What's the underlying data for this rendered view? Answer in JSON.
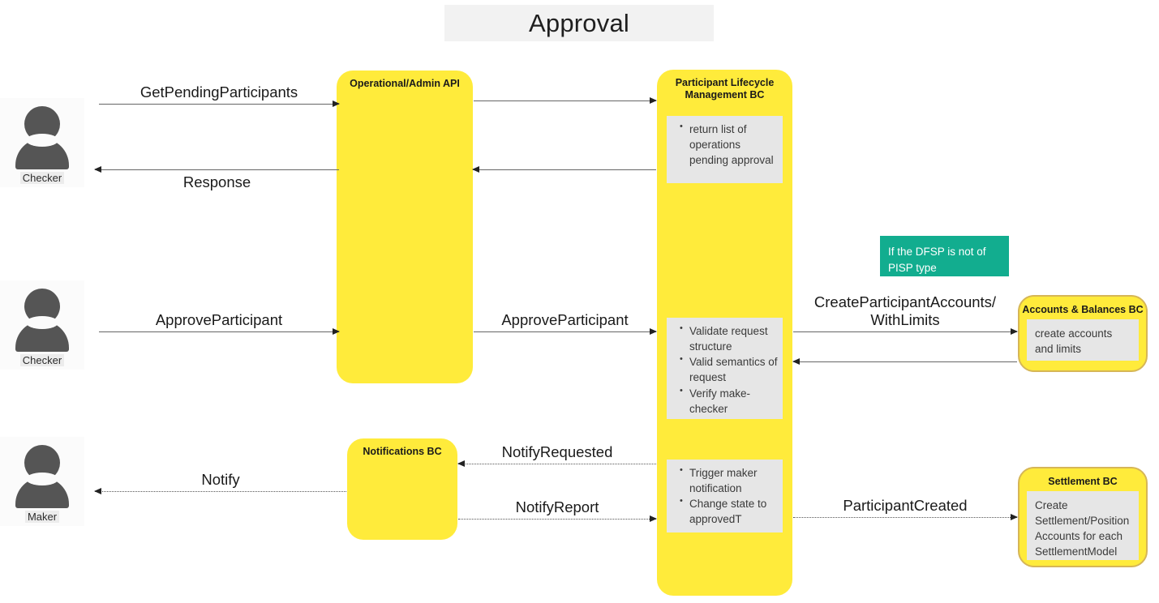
{
  "diagram": {
    "title": "Approval",
    "actors": [
      {
        "name": "Checker",
        "icon": "person-icon"
      },
      {
        "name": "Checker",
        "icon": "person-icon"
      },
      {
        "name": "Maker",
        "icon": "person-icon"
      }
    ],
    "components": [
      {
        "key": "operational_admin_api",
        "title": "Operational/Admin API"
      },
      {
        "key": "participant_lifecycle_bc",
        "title": "Participant Lifecycle Management BC"
      },
      {
        "key": "notifications_bc",
        "title": "Notifications BC"
      },
      {
        "key": "accounts_balances_bc",
        "title": "Accounts & Balances BC"
      },
      {
        "key": "settlement_bc",
        "title": "Settlement BC"
      }
    ],
    "notes": {
      "pending_list": [
        "return list of operations pending approval"
      ],
      "validate": [
        "Validate request structure",
        "Valid semantics of request",
        "Verify make-checker"
      ],
      "notify_actions": [
        "Trigger maker notification",
        "Change state to approvedT"
      ],
      "accounts_note": "create accounts and limits",
      "settlement_note": "Create Settlement/Position Accounts for each SettlementModel",
      "condition": "If the DFSP is not of PISP type"
    },
    "messages": [
      {
        "key": "get_pending",
        "label": "GetPendingParticipants",
        "direction": "right",
        "style": "solid"
      },
      {
        "key": "get_pending_fwd",
        "label": "",
        "direction": "right",
        "style": "solid"
      },
      {
        "key": "response",
        "label": "Response",
        "direction": "left",
        "style": "solid"
      },
      {
        "key": "response_back",
        "label": "",
        "direction": "left",
        "style": "solid"
      },
      {
        "key": "approve_participant_1",
        "label": "ApproveParticipant",
        "direction": "right",
        "style": "solid"
      },
      {
        "key": "approve_participant_2",
        "label": "ApproveParticipant",
        "direction": "right",
        "style": "solid"
      },
      {
        "key": "create_accounts",
        "label": "CreateParticipantAccounts/\nWithLimits",
        "direction": "right",
        "style": "solid"
      },
      {
        "key": "accounts_return",
        "label": "",
        "direction": "left",
        "style": "solid"
      },
      {
        "key": "notify_requested",
        "label": "NotifyRequested",
        "direction": "left",
        "style": "dotted"
      },
      {
        "key": "notify",
        "label": "Notify",
        "direction": "left",
        "style": "dotted"
      },
      {
        "key": "notify_report",
        "label": "NotifyReport",
        "direction": "right",
        "style": "dotted"
      },
      {
        "key": "participant_created",
        "label": "ParticipantCreated",
        "direction": "right",
        "style": "dotted"
      }
    ],
    "colors": {
      "component_fill": "#ffeb3b",
      "note_fill": "#e6e6e6",
      "condition_fill": "#12AD8F",
      "actor_fill": "#555555",
      "title_band": "#f2f2f2"
    }
  }
}
